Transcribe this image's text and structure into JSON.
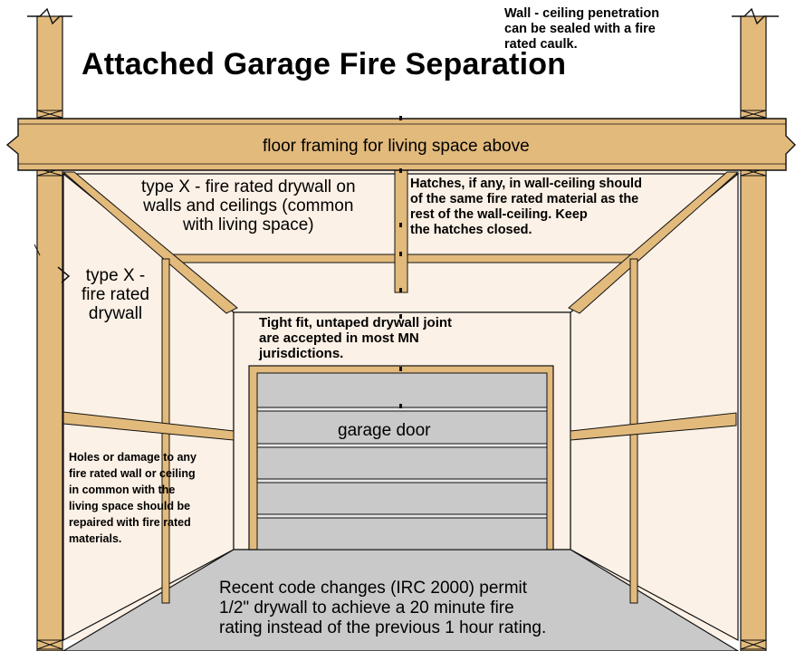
{
  "title": "Attached Garage Fire Separation",
  "labels": {
    "floor_framing": "floor framing for living space above",
    "type_x_ceiling": "type X - fire rated drywall on\nwalls and ceilings (common\nwith living space)",
    "type_x_wall": "type X -\nfire rated\ndrywall",
    "garage_door": "garage door"
  },
  "notes": {
    "wall_ceiling_penetration": "Wall - ceiling penetration\ncan be sealed with a fire\nrated caulk.",
    "hatches": "Hatches, if any, in wall-ceiling should\nof the same fire rated material as the\nrest of the wall-ceiling.  Keep\nthe hatches closed.",
    "tight_fit": "Tight fit, untaped drywall joint\nare accepted in most MN\njurisdictions.",
    "holes_damage": "Holes or damage to any\nfire rated wall or ceiling\nin common with the\nliving space should be\nrepaired with fire rated\nmaterials.",
    "code_changes": "Recent code changes (IRC 2000) permit\n1/2\" drywall to achieve a 20 minute fire\nrating instead of the previous 1 hour rating."
  },
  "colors": {
    "lumber": "#e2ba7c",
    "drywall": "#fcf1e6",
    "floor": "#c9c9c9",
    "door": "#c9c9c9",
    "outline": "#111111"
  }
}
